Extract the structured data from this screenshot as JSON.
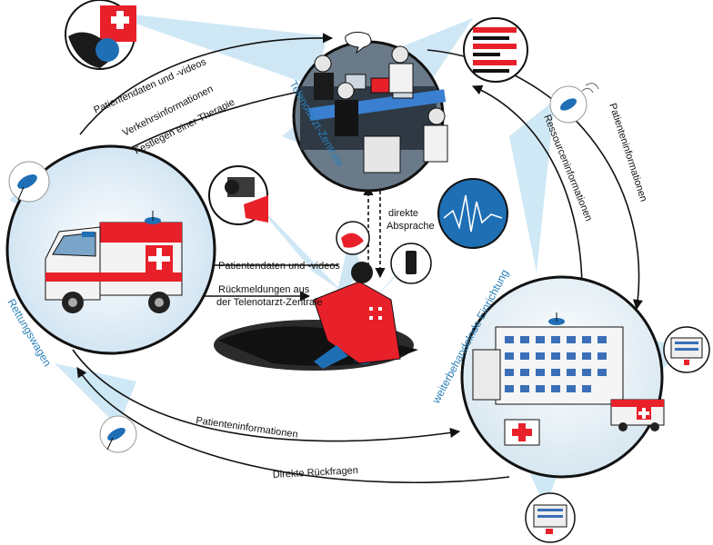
{
  "nodes": {
    "telenotarzt": "Telenotarzt-Zentrale",
    "rettungswagen": "Rettungswagen",
    "einrichtung": "weiterbehandelnde Einrichtung"
  },
  "flows": {
    "patientendaten_top": "Patientendaten und -videos",
    "verkehrsinformationen": "Verkehrsinformationen",
    "therapie": "Festlegen einer Therapie",
    "ressourceninformationen": "Ressourceninformationen",
    "patienteninformationen_right": "Patienteninformationen",
    "patientendaten_mid": "Patientendaten und -videos",
    "rueckmeldungen_1": "Rückmeldungen aus",
    "rueckmeldungen_2": "der Telenotarzt-Zentrale",
    "direkte_absprache_1": "direkte",
    "direkte_absprache_2": "Absprache",
    "patienteninformationen_bottom": "Patienteninformationen",
    "direkte_rueckfragen": "Direkte Rückfragen"
  },
  "colors": {
    "accent_red": "#e8202a",
    "accent_blue": "#1f6fb5",
    "beam_blue": "#bfe0f2",
    "label_blue": "#2a7fb8"
  }
}
